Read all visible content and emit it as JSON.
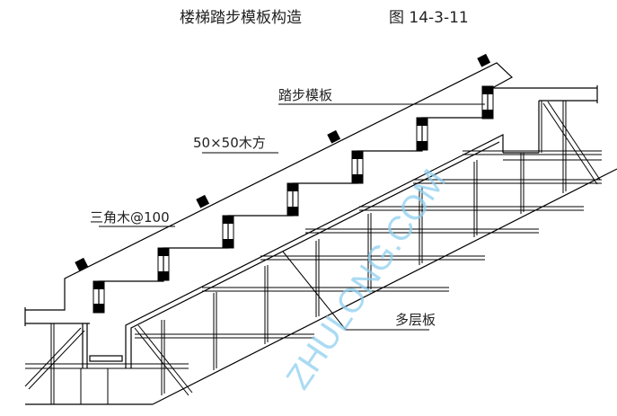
{
  "title": "楼梯踏步模板构造",
  "figure_number": "图 14-3-11",
  "labels": {
    "tread_formwork": "踏步模板",
    "timber": "50×50木方",
    "triangle_wood": "三角木@100",
    "plywood": "多层板"
  },
  "watermark": "ZHULONG.COM",
  "colors": {
    "line": "#000000",
    "watermark": "#8fd0f0"
  }
}
